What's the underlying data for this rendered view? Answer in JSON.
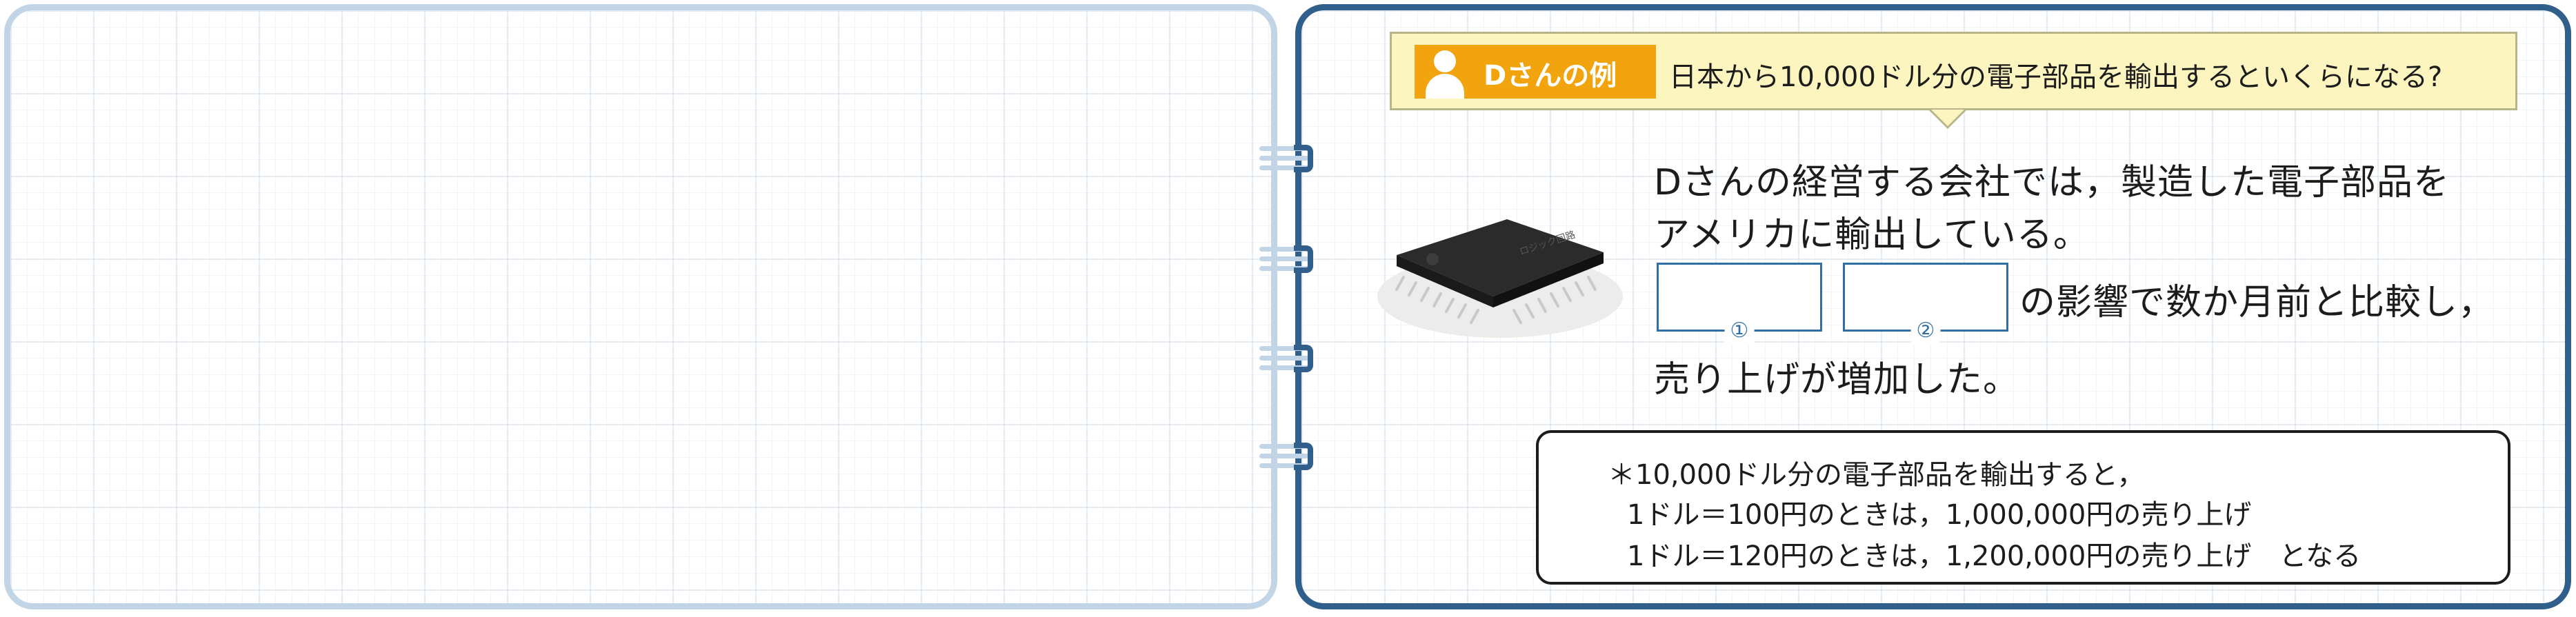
{
  "example": {
    "tag_label": "Dさんの例",
    "question": "日本から10,000ドル分の電子部品を輸出するといくらになる?"
  },
  "content": {
    "line1": "Dさんの経営する会社では，製造した電子部品を",
    "line2": "アメリカに輸出している。",
    "blank1_number": "①",
    "blank2_number": "②",
    "line3": "の影響で数か月前と比較し，",
    "line4": "売り上げが増加した。"
  },
  "note": {
    "line1": "＊10,000ドル分の電子部品を輸出すると，",
    "line2": "1ドル＝100円のときは，1,000,000円の売り上げ",
    "line3": "1ドル＝120円のときは，1,200,000円の売り上げ　となる"
  },
  "colors": {
    "left_page_border": "#c2d5e6",
    "right_page_border": "#2f5f8a",
    "banner_bg": "#fdf5c0",
    "tag_bg": "#f2a40e",
    "blank_border": "#2f6fa3"
  },
  "icons": {
    "person": "person-icon",
    "chip": "microchip-illustration"
  }
}
